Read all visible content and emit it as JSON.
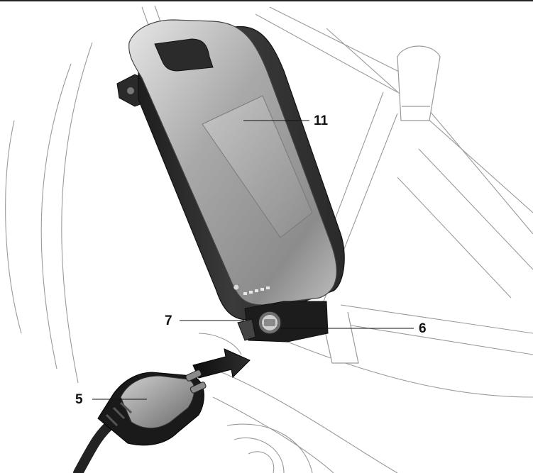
{
  "callouts": {
    "battery": "11",
    "lock": "7",
    "socket": "6",
    "plug": "5"
  },
  "battery_led_count": 5
}
